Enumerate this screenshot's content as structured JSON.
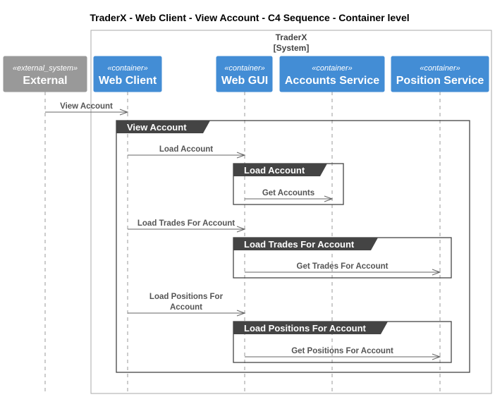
{
  "title": "TraderX - Web Client - View Account - C4 Sequence - Container level",
  "system_boundary": {
    "name": "TraderX",
    "type": "[System]"
  },
  "participants": [
    {
      "id": "external",
      "stereotype": "«external_system»",
      "name": "External",
      "color": "#999999"
    },
    {
      "id": "webclient",
      "stereotype": "«container»",
      "name": "Web Client",
      "color": "#438DD5"
    },
    {
      "id": "webgui",
      "stereotype": "«container»",
      "name": "Web GUI",
      "color": "#438DD5"
    },
    {
      "id": "accounts",
      "stereotype": "«container»",
      "name": "Accounts Service",
      "color": "#438DD5"
    },
    {
      "id": "positions",
      "stereotype": "«container»",
      "name": "Position Service",
      "color": "#438DD5"
    }
  ],
  "messages": [
    {
      "label": [
        "View Account"
      ],
      "from": "external",
      "to": "webclient"
    },
    {
      "label": [
        "Load Account"
      ],
      "from": "webclient",
      "to": "webgui"
    },
    {
      "label": [
        "Get Accounts"
      ],
      "from": "webgui",
      "to": "accounts"
    },
    {
      "label": [
        "Load Trades For Account"
      ],
      "from": "webclient",
      "to": "webgui"
    },
    {
      "label": [
        "Get Trades For Account"
      ],
      "from": "webgui",
      "to": "positions"
    },
    {
      "label": [
        "Load Positions For",
        "Account"
      ],
      "from": "webclient",
      "to": "webgui"
    },
    {
      "label": [
        "Get Positions For Account"
      ],
      "from": "webgui",
      "to": "positions"
    }
  ],
  "groups": [
    {
      "label": "View Account"
    },
    {
      "label": "Load Account"
    },
    {
      "label": "Load Trades For Account"
    },
    {
      "label": "Load Positions For Account"
    }
  ],
  "colors": {
    "container": "#438DD5",
    "external": "#999999",
    "group_header": "#444444"
  }
}
